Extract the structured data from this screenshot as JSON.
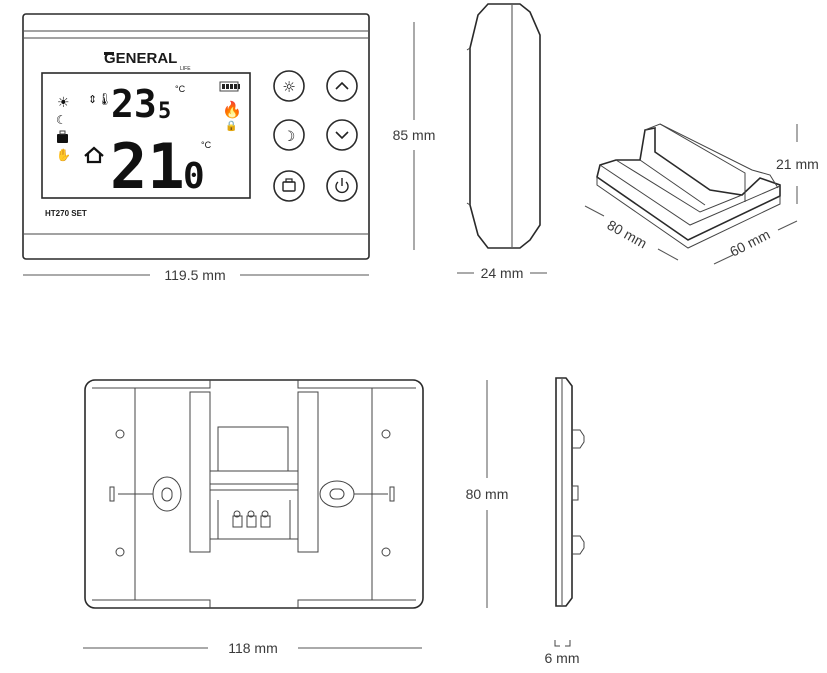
{
  "device": {
    "brand": "GENERAL",
    "brand_sub": "LIFE",
    "model": "HT270 SET",
    "current_temp": "23",
    "current_temp_decimal": "5",
    "set_temp": "21",
    "set_temp_decimal": "0",
    "temp_unit": "°C",
    "buttons": [
      {
        "name": "sun-mode-button",
        "icon": "☼"
      },
      {
        "name": "up-button",
        "icon": "⌃"
      },
      {
        "name": "night-mode-button",
        "icon": "☽"
      },
      {
        "name": "down-button",
        "icon": "⌄"
      },
      {
        "name": "away-mode-button",
        "icon": "briefcase"
      },
      {
        "name": "power-button",
        "icon": "⏻"
      }
    ]
  },
  "dimensions": {
    "front_width": "119.5 mm",
    "front_height": "85 mm",
    "side_depth": "24 mm",
    "stand_length": "80 mm",
    "stand_width": "60 mm",
    "stand_height": "21 mm",
    "back_width": "118 mm",
    "back_height": "80 mm",
    "back_depth": "6 mm"
  }
}
